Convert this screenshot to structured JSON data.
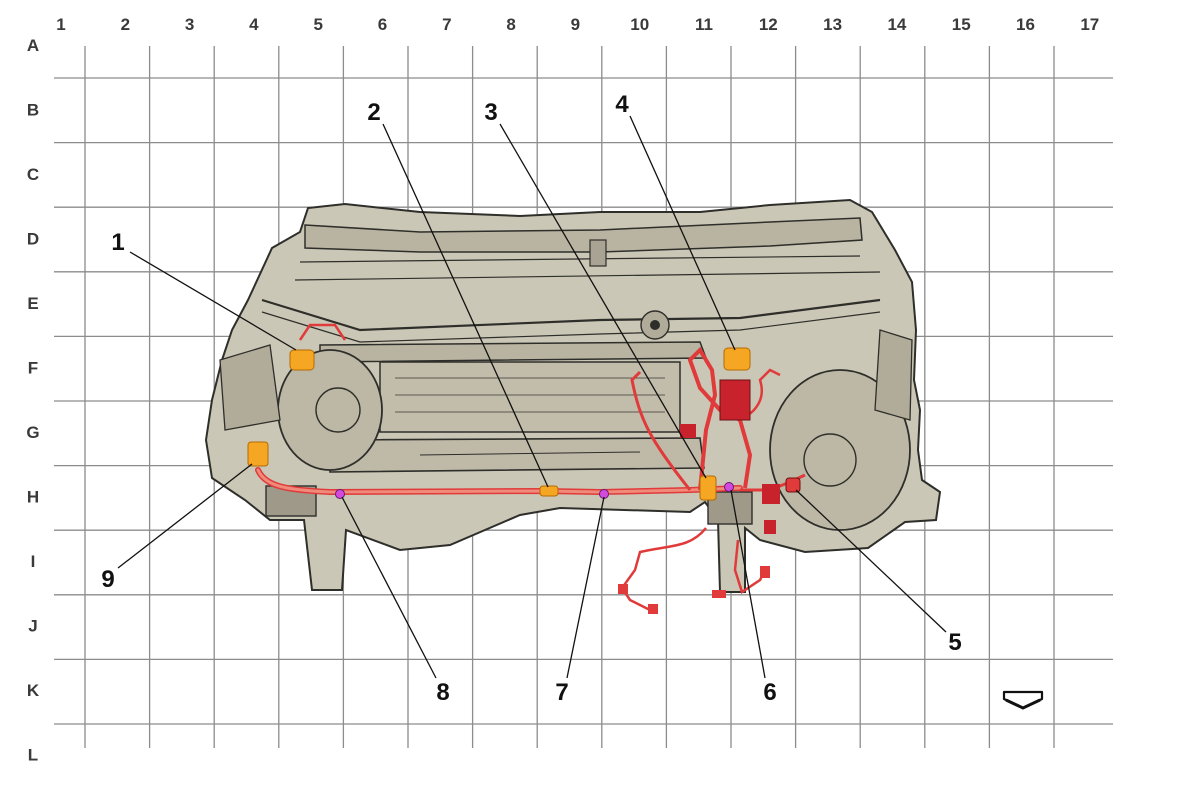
{
  "grid": {
    "columns": [
      "1",
      "2",
      "3",
      "4",
      "5",
      "6",
      "7",
      "8",
      "9",
      "10",
      "11",
      "12",
      "13",
      "14",
      "15",
      "16",
      "17"
    ],
    "rows": [
      "A",
      "B",
      "C",
      "D",
      "E",
      "F",
      "G",
      "H",
      "I",
      "J",
      "K",
      "L"
    ]
  },
  "callouts": [
    {
      "label": "1",
      "component": "connector-f5"
    },
    {
      "label": "2",
      "component": "connector-h9"
    },
    {
      "label": "3",
      "component": "connector-h11"
    },
    {
      "label": "4",
      "component": "connector-f12"
    },
    {
      "label": "5",
      "component": "connector-h12"
    },
    {
      "label": "6",
      "component": "ground-point-h12"
    },
    {
      "label": "7",
      "component": "ground-point-h10"
    },
    {
      "label": "8",
      "component": "ground-point-h6"
    },
    {
      "label": "9",
      "component": "connector-g4"
    }
  ],
  "colors": {
    "background": "#ffffff",
    "grid_line": "#8c8c8c",
    "body_fill": "#cbc7b6",
    "body_stroke": "#2e2e2a",
    "harness": "#e03a3a",
    "harness_fill": "#f08a7a",
    "connector": "#f5a623",
    "ground_point": "#d24adf",
    "leader": "#111111"
  },
  "icons": {
    "orientation": "arrow-down-icon"
  }
}
